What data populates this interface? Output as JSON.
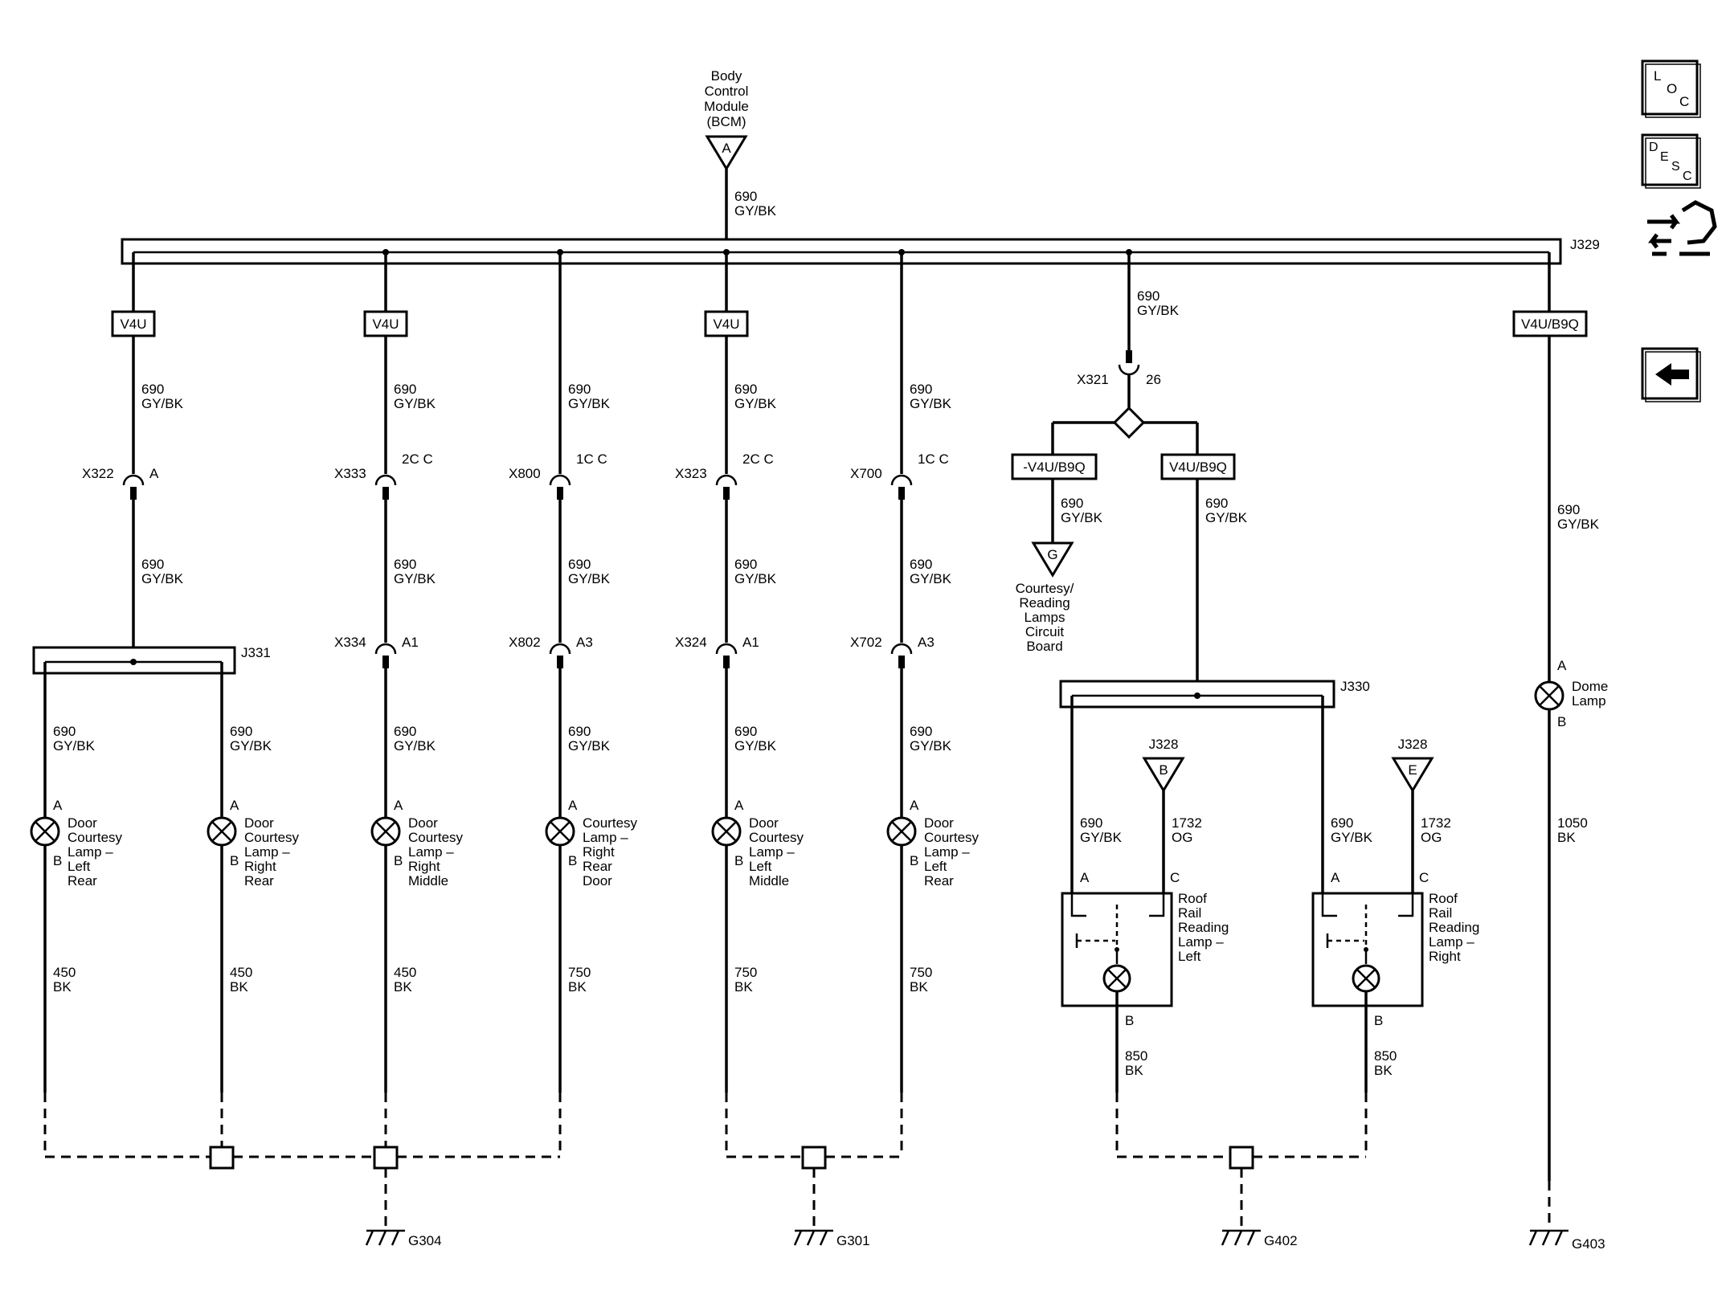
{
  "bcm": {
    "name_lines": [
      "Body",
      "Control",
      "Module",
      "(BCM)"
    ],
    "pin": "A",
    "wire": [
      "690",
      "GY/BK"
    ]
  },
  "splices": {
    "main": "J329",
    "left": "J331",
    "right": "J330"
  },
  "options": {
    "v4u": "V4U",
    "v4u_b9q": "V4U/B9Q",
    "not_v4u_b9q": "-V4U/B9Q"
  },
  "wire690": [
    "690",
    "GY/BK"
  ],
  "branches": [
    {
      "conn_top": "X322",
      "pin_top": "A"
    },
    {
      "conn_top": "X333",
      "pin_top": "2C C",
      "conn_bot": "X334",
      "pin_bot": "A1"
    },
    {
      "conn_top": "X800",
      "pin_top": "1C C",
      "conn_bot": "X802",
      "pin_bot": "A3"
    },
    {
      "conn_top": "X323",
      "pin_top": "2C C",
      "conn_bot": "X324",
      "pin_bot": "A1"
    },
    {
      "conn_top": "X700",
      "pin_top": "1C C",
      "conn_bot": "X702",
      "pin_bot": "A3"
    }
  ],
  "x321": {
    "conn": "X321",
    "pin": "26"
  },
  "courtesy_board": {
    "pin": "G",
    "lines": [
      "Courtesy/",
      "Reading",
      "Lamps",
      "Circuit",
      "Board"
    ]
  },
  "lamps": [
    {
      "lines": [
        "Door",
        "Courtesy",
        "Lamp –",
        "Left",
        "Rear"
      ],
      "pin_a": "A",
      "pin_b": "B",
      "ground_wire": [
        "450",
        "BK"
      ]
    },
    {
      "lines": [
        "Door",
        "Courtesy",
        "Lamp –",
        "Right",
        "Rear"
      ],
      "pin_a": "A",
      "pin_b": "B",
      "ground_wire": [
        "450",
        "BK"
      ]
    },
    {
      "lines": [
        "Door",
        "Courtesy",
        "Lamp –",
        "Right",
        "Middle"
      ],
      "pin_a": "A",
      "pin_b": "B",
      "ground_wire": [
        "450",
        "BK"
      ]
    },
    {
      "lines": [
        "Courtesy",
        "Lamp –",
        "Right",
        "Rear",
        "Door"
      ],
      "pin_a": "A",
      "pin_b": "B",
      "ground_wire": [
        "750",
        "BK"
      ]
    },
    {
      "lines": [
        "Door",
        "Courtesy",
        "Lamp –",
        "Left",
        "Middle"
      ],
      "pin_a": "A",
      "pin_b": "B",
      "ground_wire": [
        "750",
        "BK"
      ]
    },
    {
      "lines": [
        "Door",
        "Courtesy",
        "Lamp –",
        "Left",
        "Rear"
      ],
      "pin_a": "A",
      "pin_b": "B",
      "ground_wire": [
        "750",
        "BK"
      ]
    }
  ],
  "roof_lamps": [
    {
      "lines": [
        "Roof",
        "Rail",
        "Reading",
        "Lamp –",
        "Left"
      ],
      "j328_pin": "B",
      "wire_a": [
        "690",
        "GY/BK"
      ],
      "wire_c": [
        "1732",
        "OG"
      ],
      "pin_a": "A",
      "pin_c": "C",
      "pin_b": "B",
      "ground_wire": [
        "850",
        "BK"
      ]
    },
    {
      "lines": [
        "Roof",
        "Rail",
        "Reading",
        "Lamp –",
        "Right"
      ],
      "j328_pin": "E",
      "wire_a": [
        "690",
        "GY/BK"
      ],
      "wire_c": [
        "1732",
        "OG"
      ],
      "pin_a": "A",
      "pin_c": "C",
      "pin_b": "B",
      "ground_wire": [
        "850",
        "BK"
      ]
    }
  ],
  "j328": "J328",
  "dome": {
    "lines": [
      "Dome",
      "Lamp"
    ],
    "pin_a": "A",
    "pin_b": "B",
    "ground_wire": [
      "1050",
      "BK"
    ]
  },
  "grounds": [
    "G304",
    "G301",
    "G402",
    "G403"
  ],
  "nav": {
    "loc": [
      "L",
      "O",
      "C"
    ],
    "desc": [
      "D",
      "E",
      "S",
      "C"
    ],
    "connector_icon": "connector-icon",
    "back_icon": "left-arrow-icon"
  }
}
